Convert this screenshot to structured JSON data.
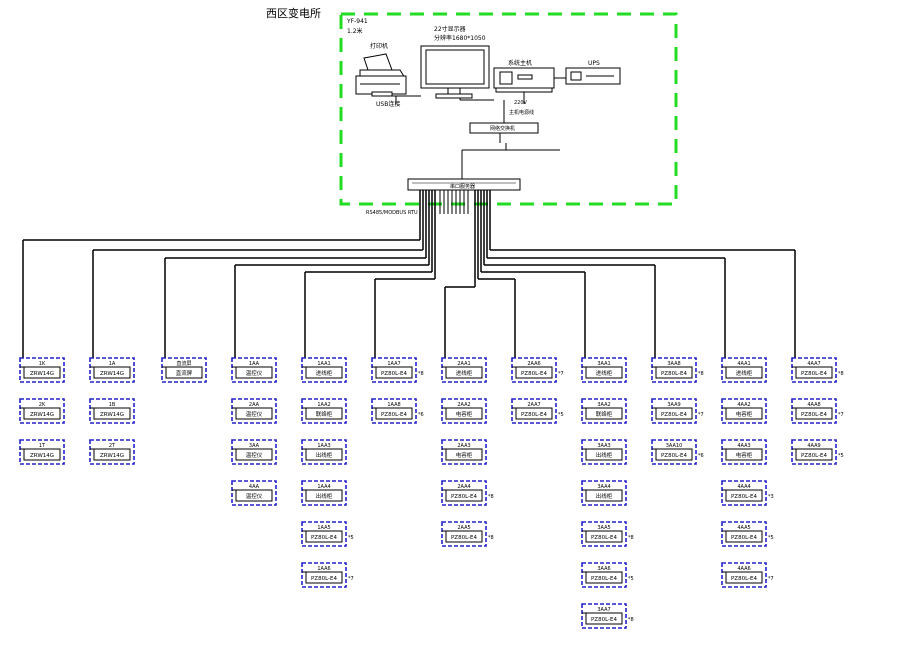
{
  "title": "西区变电所",
  "workstation": {
    "id": "YF-941",
    "size": "1.2米"
  },
  "devices": {
    "printer": "打印机",
    "usb": "USB连接",
    "monitor_line1": "22寸显示器",
    "monitor_line2": "分辨率1680*1050",
    "host": "系统主机",
    "ups": "UPS",
    "ups_note1": "220V",
    "ups_note2": "主机电源线",
    "converter": "网络交换机",
    "switch": "串口服务器",
    "bus_label": "RS485/MODBUS RTU"
  },
  "columns": [
    {
      "items": [
        {
          "tag": "1K",
          "model": "ZRW14G",
          "mark": ""
        },
        {
          "tag": "2K",
          "model": "ZRW14G",
          "mark": ""
        },
        {
          "tag": "1T",
          "model": "ZRW14G",
          "mark": ""
        }
      ]
    },
    {
      "items": [
        {
          "tag": "1A",
          "model": "ZRW14G",
          "mark": ""
        },
        {
          "tag": "1B",
          "model": "ZRW14G",
          "mark": ""
        },
        {
          "tag": "2T",
          "model": "ZRW14G",
          "mark": ""
        }
      ]
    },
    {
      "items": [
        {
          "tag": "直流屏",
          "model": "直流屏",
          "mark": ""
        }
      ]
    },
    {
      "items": [
        {
          "tag": "1AA",
          "model": "温控仪",
          "mark": ""
        },
        {
          "tag": "2AA",
          "model": "温控仪",
          "mark": ""
        },
        {
          "tag": "3AA",
          "model": "温控仪",
          "mark": ""
        },
        {
          "tag": "4AA",
          "model": "温控仪",
          "mark": ""
        }
      ]
    },
    {
      "items": [
        {
          "tag": "1AA1",
          "model": "进线柜",
          "mark": ""
        },
        {
          "tag": "1AA2",
          "model": "联络柜",
          "mark": ""
        },
        {
          "tag": "1AA3",
          "model": "出线柜",
          "mark": ""
        },
        {
          "tag": "1AA4",
          "model": "出线柜",
          "mark": ""
        },
        {
          "tag": "1AA5",
          "model": "PZ80L-E4",
          "mark": "*5"
        },
        {
          "tag": "1AA6",
          "model": "PZ80L-E4",
          "mark": "*7"
        }
      ]
    },
    {
      "items": [
        {
          "tag": "1AA7",
          "model": "PZ80L-E4",
          "mark": "*8"
        },
        {
          "tag": "1AA8",
          "model": "PZ80L-E4",
          "mark": "*6"
        }
      ]
    },
    {
      "items": [
        {
          "tag": "2AA1",
          "model": "进线柜",
          "mark": ""
        },
        {
          "tag": "2AA2",
          "model": "电容柜",
          "mark": ""
        },
        {
          "tag": "2AA3",
          "model": "电容柜",
          "mark": ""
        },
        {
          "tag": "2AA4",
          "model": "PZ80L-E4",
          "mark": "*8"
        },
        {
          "tag": "2AA5",
          "model": "PZ80L-E4",
          "mark": "*8"
        }
      ]
    },
    {
      "items": [
        {
          "tag": "2AA6",
          "model": "PZ80L-E4",
          "mark": "*7"
        },
        {
          "tag": "2AA7",
          "model": "PZ80L-E4",
          "mark": "*5"
        }
      ]
    },
    {
      "items": [
        {
          "tag": "3AA1",
          "model": "进线柜",
          "mark": ""
        },
        {
          "tag": "3AA2",
          "model": "联络柜",
          "mark": ""
        },
        {
          "tag": "3AA3",
          "model": "出线柜",
          "mark": ""
        },
        {
          "tag": "3AA4",
          "model": "出线柜",
          "mark": ""
        },
        {
          "tag": "3AA5",
          "model": "PZ80L-E4",
          "mark": "*8"
        },
        {
          "tag": "3AA6",
          "model": "PZ80L-E4",
          "mark": "*5"
        },
        {
          "tag": "3AA7",
          "model": "PZ80L-E4",
          "mark": "*8"
        }
      ]
    },
    {
      "items": [
        {
          "tag": "3AA8",
          "model": "PZ80L-E4",
          "mark": "*8"
        },
        {
          "tag": "3AA9",
          "model": "PZ80L-E4",
          "mark": "*7"
        },
        {
          "tag": "3AA10",
          "model": "PZ80L-E4",
          "mark": "*6"
        }
      ]
    },
    {
      "items": [
        {
          "tag": "4AA1",
          "model": "进线柜",
          "mark": ""
        },
        {
          "tag": "4AA2",
          "model": "电容柜",
          "mark": ""
        },
        {
          "tag": "4AA3",
          "model": "电容柜",
          "mark": ""
        },
        {
          "tag": "4AA4",
          "model": "PZ80L-E4",
          "mark": "*3"
        },
        {
          "tag": "4AA5",
          "model": "PZ80L-E4",
          "mark": "*5"
        },
        {
          "tag": "4AA6",
          "model": "PZ80L-E4",
          "mark": "*7"
        }
      ]
    },
    {
      "items": [
        {
          "tag": "4AA7",
          "model": "PZ80L-E4",
          "mark": "*8"
        },
        {
          "tag": "4AA8",
          "model": "PZ80L-E4",
          "mark": "*7"
        },
        {
          "tag": "4AA9",
          "model": "PZ80L-E4",
          "mark": "*5"
        }
      ]
    }
  ],
  "colors": {
    "dashed_border": "#22dd22",
    "module_border": "#2222cc",
    "line": "#000000"
  }
}
